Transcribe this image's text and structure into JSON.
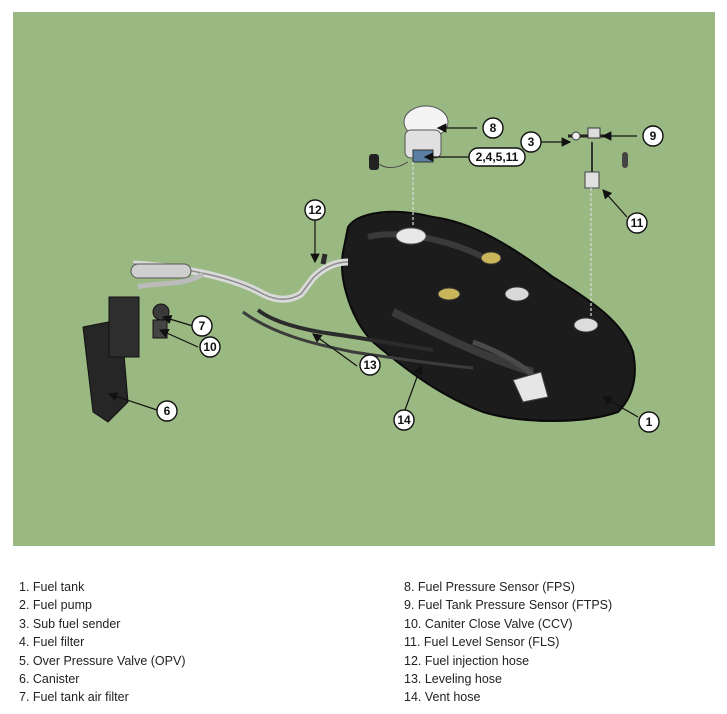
{
  "figure": {
    "callouts": [
      "1",
      "2,4,5,11",
      "3",
      "6",
      "7",
      "8",
      "9",
      "10",
      "11",
      "12",
      "13",
      "14"
    ]
  },
  "legend": {
    "left": [
      "1. Fuel tank",
      "2. Fuel pump",
      "3. Sub fuel sender",
      "4. Fuel filter",
      "5. Over Pressure Valve (OPV)",
      "6. Canister",
      "7. Fuel tank air filter"
    ],
    "right": [
      "8. Fuel Pressure Sensor (FPS)",
      "9. Fuel Tank Pressure Sensor (FTPS)",
      "10. Caniter Close Valve (CCV)",
      "11. Fuel Level Sensor (FLS)",
      "12. Fuel injection hose",
      "13. Leveling hose",
      "14. Vent hose"
    ]
  }
}
